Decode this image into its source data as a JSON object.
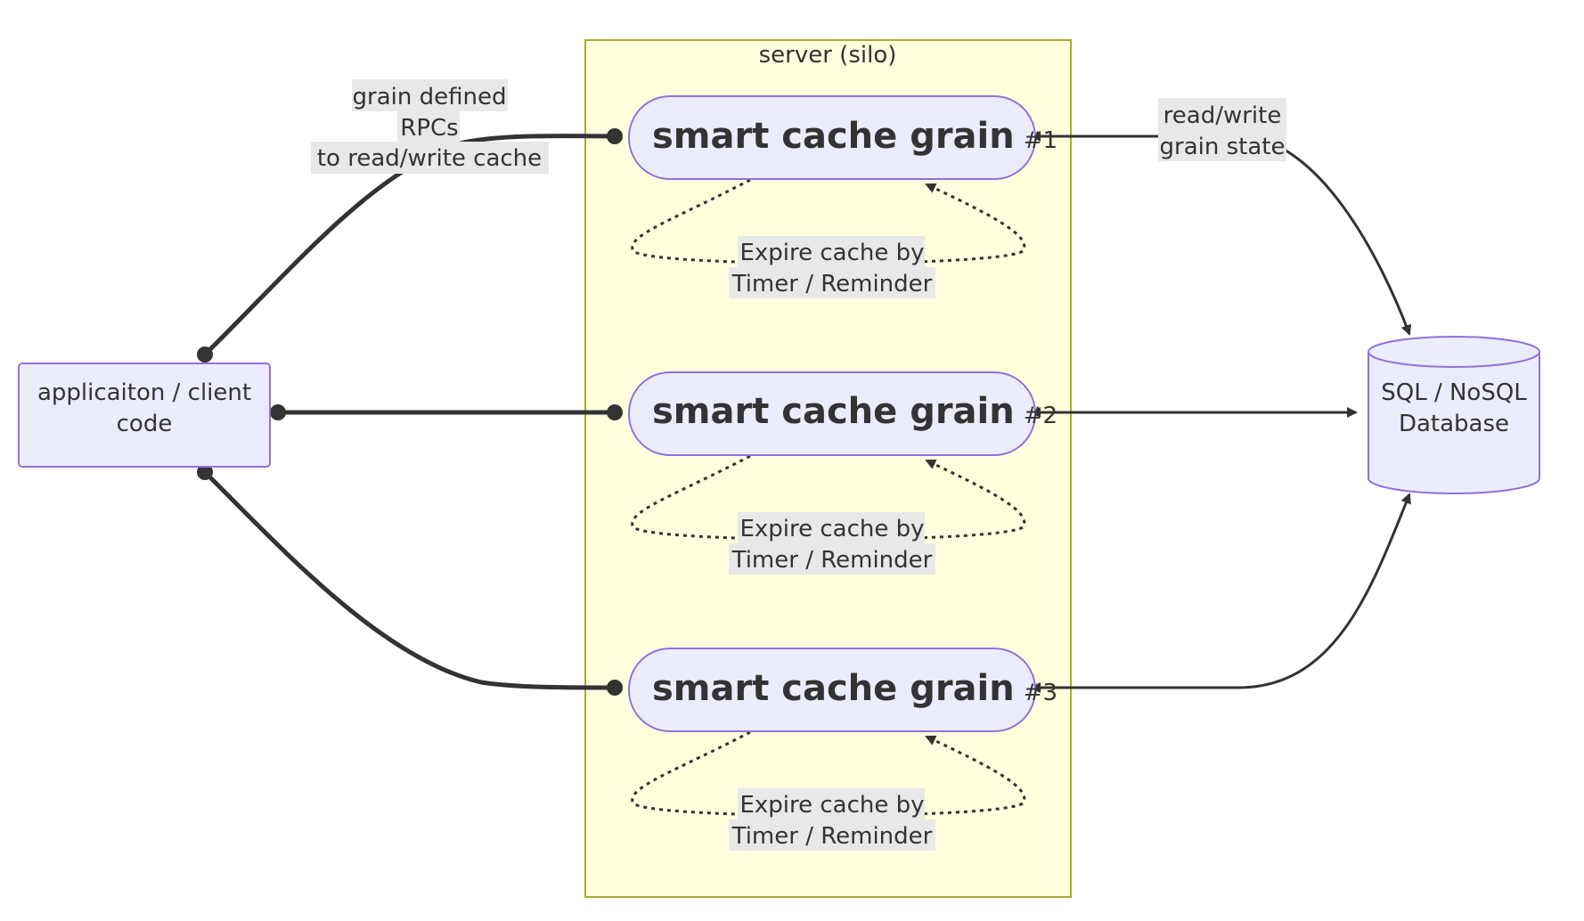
{
  "server": {
    "label": "server (silo)"
  },
  "client": {
    "line1": "applicaiton / client",
    "line2": "code"
  },
  "database": {
    "line1": "SQL / NoSQL",
    "line2": "Database"
  },
  "grains": [
    {
      "title": "smart cache grain",
      "number": "#1"
    },
    {
      "title": "smart cache grain",
      "number": "#2"
    },
    {
      "title": "smart cache grain",
      "number": "#3"
    }
  ],
  "edges": {
    "client_to_grain": {
      "line1": "grain defined",
      "line2": "RPCs",
      "line3": "to read/write cache"
    },
    "grain_to_db": {
      "line1": "read/write",
      "line2": "grain state"
    },
    "self_loop": {
      "line1": "Expire cache by",
      "line2": "Timer / Reminder"
    }
  },
  "colors": {
    "node_fill": "#ececff",
    "node_stroke": "#9370db",
    "server_fill": "#ffffde",
    "server_stroke": "#aaaa33",
    "edge": "#333333",
    "label_bg": "#e8e8e8"
  }
}
